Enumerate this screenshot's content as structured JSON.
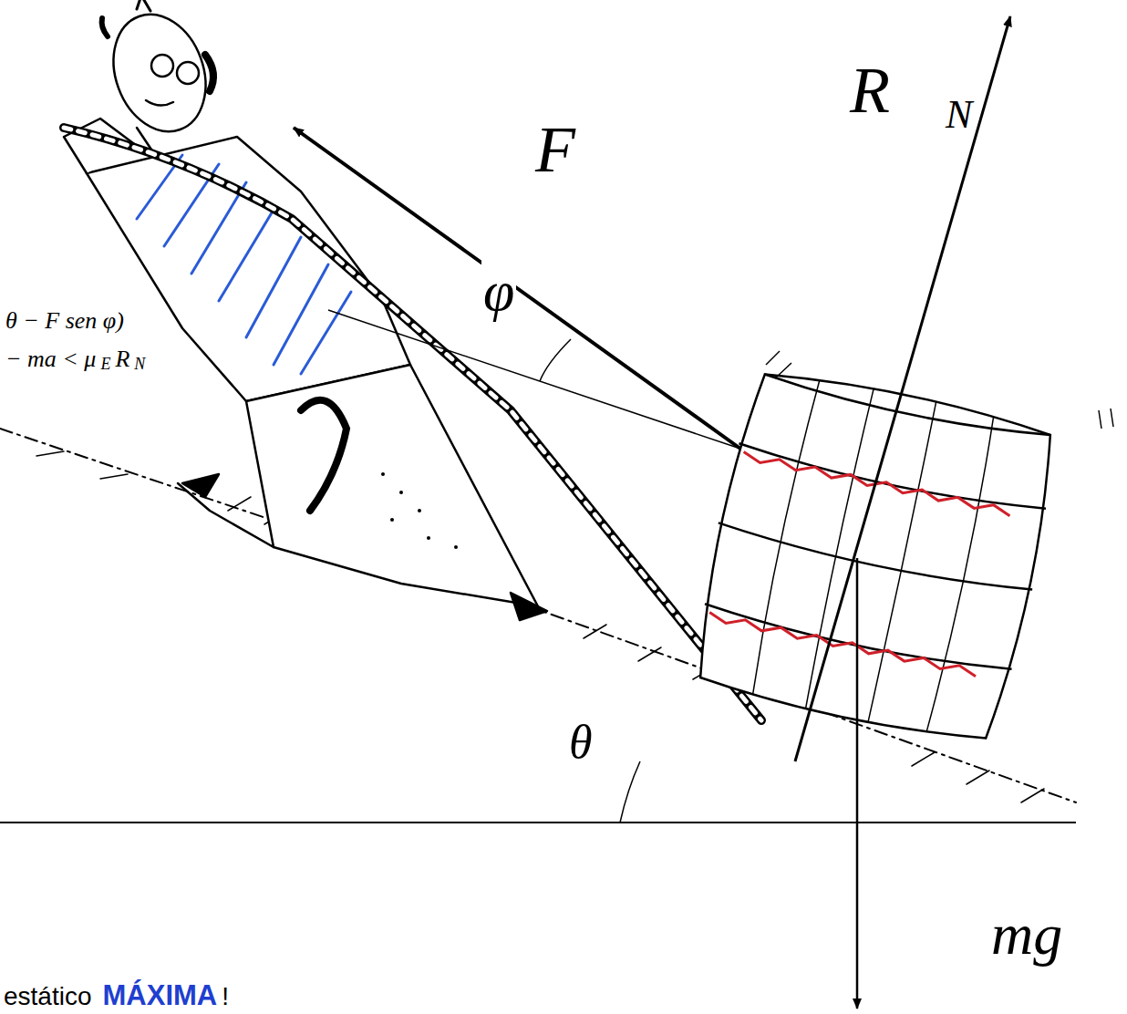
{
  "diagram": {
    "labels": [
      "F⃗",
      "R⃗",
      "N",
      "φ",
      "θ − F sen φ)",
      "− ma < μ",
      "E",
      "R",
      "N",
      "θ",
      "mg⃗",
      "estático",
      "MÁXIMA",
      "!"
    ]
  }
}
